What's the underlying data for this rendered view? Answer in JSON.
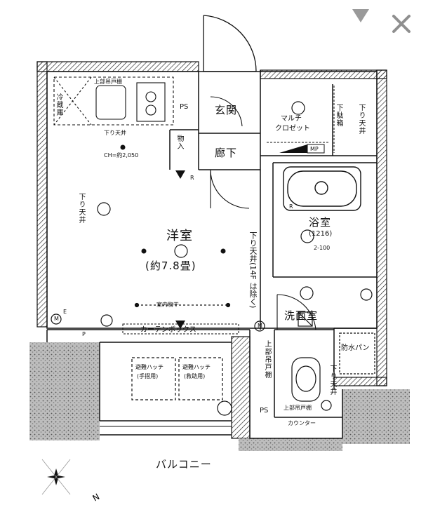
{
  "controls": {
    "menu_icon": "triangle-down-icon",
    "close_icon": "close-icon"
  },
  "labels": {
    "entrance": "玄関",
    "hallway": "廊下",
    "multi_closet_line1": "マルチ",
    "multi_closet_line2": "クロゼット",
    "storage": "物入",
    "western_room": "洋室",
    "western_room_size": "(約7.8畳)",
    "bathroom": "浴室",
    "bathroom_size": "(1216)",
    "washroom": "洗面室",
    "curtain_box": "カーテンボックス",
    "balcony": "バルコニー",
    "counter": "カウンター",
    "ps": "PS",
    "mp": "MP",
    "ceiling_height": "CH=約2,050",
    "drop_ceiling": "下り天井",
    "fridge": "冷蔵庫",
    "shoe_box": "下駄箱",
    "hatch1_line1": "避難ハッチ",
    "hatch1_line2": "(手摺用)",
    "hatch2_line1": "避難ハッチ",
    "hatch2_line2": "(救助用)",
    "indoor_drying": "室内物干",
    "laundry_pan": "防水パン",
    "drop_ceiling_note": "下り天井(14F は除く)",
    "upper_cabinet": "上部吊戸棚",
    "upper_shelf": "上部吊戸棚",
    "upper_shelf2": "上部吊戸棚",
    "r1": "R",
    "r2": "R",
    "m1": "M",
    "m2": "M",
    "e1": "E",
    "p1": "P",
    "ps2": "PS",
    "washbasin_mark": "2-100",
    "upper_drop": "上部吊戸棚"
  }
}
